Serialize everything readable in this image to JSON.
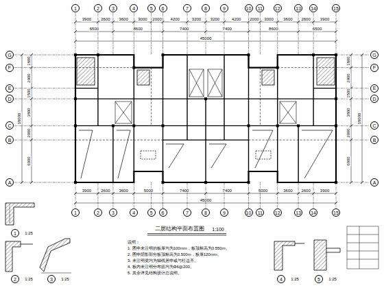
{
  "diagram": {
    "nodes": [
      {
        "text": [
          "1"
        ]
      },
      {
        "text": [
          "2"
        ]
      },
      {
        "text": [
          "3"
        ]
      },
      {
        "text": [
          "4"
        ]
      },
      {
        "text": [
          "5"
        ]
      },
      {
        "text": [
          "6"
        ]
      },
      {
        "text": [
          "7"
        ]
      },
      {
        "text": [
          "8"
        ]
      },
      {
        "text": [
          "9"
        ]
      },
      {
        "text": [
          "10"
        ]
      },
      {
        "text": [
          "11"
        ]
      },
      {
        "text": [
          "12"
        ]
      },
      {
        "text": [
          "13"
        ]
      },
      {
        "text": [
          "14"
        ]
      },
      {
        "text": [
          "15"
        ]
      },
      {
        "text": [
          "G"
        ]
      },
      {
        "text": [
          "F"
        ]
      },
      {
        "text": [
          "E"
        ]
      },
      {
        "text": [
          "D"
        ]
      },
      {
        "text": [
          "C"
        ]
      },
      {
        "text": [
          "B"
        ]
      },
      {
        "text": [
          "A"
        ]
      },
      {
        "text": [
          "G"
        ]
      },
      {
        "text": [
          "F"
        ]
      },
      {
        "text": [
          "E"
        ]
      },
      {
        "text": [
          "D"
        ]
      },
      {
        "text": [
          "C"
        ]
      },
      {
        "text": [
          "B"
        ]
      },
      {
        "text": [
          "A"
        ]
      },
      {
        "text": [
          "1"
        ]
      },
      {
        "text": [
          "2"
        ]
      },
      {
        "text": [
          "3"
        ]
      },
      {
        "text": [
          "4"
        ]
      },
      {
        "text": [
          "5"
        ]
      },
      {
        "text": [
          "6"
        ]
      },
      {
        "text": [
          "7"
        ]
      },
      {
        "text": [
          "8"
        ]
      },
      {
        "text": [
          "9"
        ]
      },
      {
        "text": [
          "10"
        ]
      },
      {
        "text": [
          "11"
        ]
      },
      {
        "text": [
          "12"
        ]
      },
      {
        "text": [
          "13"
        ]
      },
      {
        "text": [
          "14"
        ]
      },
      {
        "text": [
          "15"
        ]
      },
      {
        "text": [
          "1"
        ]
      },
      {
        "text": [
          "2"
        ]
      },
      {
        "text": [
          "3"
        ]
      },
      {
        "text": [
          "4"
        ]
      },
      {
        "text": [
          "5"
        ]
      }
    ],
    "labels": [
      "3900",
      "2600",
      "3600",
      "3000",
      "2000",
      "4200",
      "3200",
      "3200",
      "4200",
      "2000",
      "3000",
      "3600",
      "2600",
      "3900",
      "6500",
      "8600",
      "7400",
      "7400",
      "8600",
      "6500",
      "45000",
      "3900",
      "2600",
      "3600",
      "5000",
      "7400",
      "7400",
      "5000",
      "3600",
      "2600",
      "3900",
      "45000",
      "1800",
      "2900",
      "1500",
      "3800",
      "2000",
      "6000",
      "18000",
      "1800",
      "2900",
      "1500",
      "3800",
      "2000",
      "6000",
      "18000",
      "二层结构平面布置图",
      "1:100",
      "1:25",
      "1:25",
      "1:25",
      "1:25",
      "1:25",
      "说明：",
      "1. 图中未注明的板厚均为100mm，板顶标高为3.550m。",
      "2. 图中阴影部分板顶标高为3.500m，板厚120mm。",
      "3. 未注明梁均为轴线居中或与柱边齐。",
      "4. 板内未注明分布筋均为Φ6@200。",
      "5. 其余详见结构设计总说明。"
    ]
  }
}
